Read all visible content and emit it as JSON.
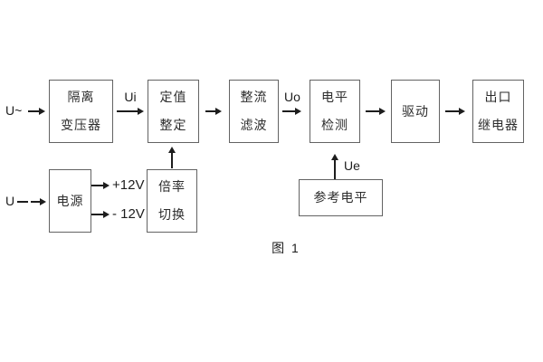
{
  "figure": {
    "caption": "图 1",
    "labels": {
      "input_ac": "U~",
      "input_dc": "U",
      "ui": "Ui",
      "uo": "Uo",
      "ue": "Ue",
      "rail_pos": "+12V",
      "rail_neg": "- 12V"
    },
    "boxes": {
      "isolation": {
        "line1": "隔离",
        "line2": "变压器"
      },
      "setting": {
        "line1": "定值",
        "line2": "整定"
      },
      "rectify": {
        "line1": "整流",
        "line2": "滤波"
      },
      "level": {
        "line1": "电平",
        "line2": "检测"
      },
      "drive": {
        "line1": "驱动"
      },
      "output_relay": {
        "line1": "出口",
        "line2": "继电器"
      },
      "power": {
        "line1": "电源"
      },
      "ratio": {
        "line1": "倍率",
        "line2": "切换"
      },
      "reference": {
        "line1": "参考电平"
      }
    },
    "colors": {
      "background": "#ffffff",
      "box_border": "#636363",
      "text": "#2d2d2d",
      "line": "#1d1d1d"
    }
  }
}
